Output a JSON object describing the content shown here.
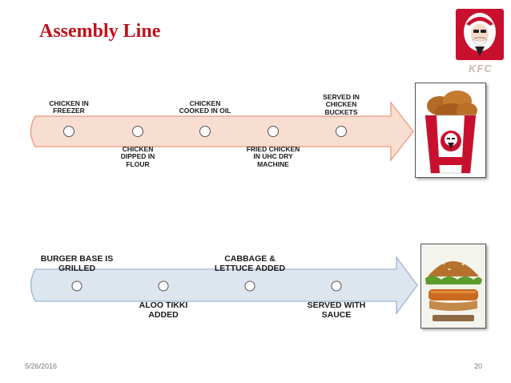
{
  "title": "Assembly Line",
  "logo": {
    "name": "kfc-colonel-logo",
    "text": "KFC"
  },
  "flow_chicken": {
    "steps": [
      {
        "label": "CHICKEN IN\nFREEZER"
      },
      {
        "label": "CHICKEN\nDIPPED IN\nFLOUR"
      },
      {
        "label": "CHICKEN\nCOOKED IN OIL"
      },
      {
        "label": "FRIED CHICKEN\nIN UHC DRY\nMACHINE"
      },
      {
        "label": "SERVED IN\nCHICKEN\nBUCKETS"
      }
    ],
    "image": "chicken-bucket-photo",
    "colors": {
      "fill": "#f8ddd1",
      "stroke": "#ea9a7c"
    }
  },
  "flow_burger": {
    "steps": [
      {
        "label": "BURGER BASE IS\nGRILLED"
      },
      {
        "label": "ALOO TIKKI\nADDED"
      },
      {
        "label": "CABBAGE &\nLETTUCE ADDED"
      },
      {
        "label": "SERVED WITH\nSAUCE"
      }
    ],
    "image": "burger-photo",
    "colors": {
      "fill": "#dde5ef",
      "stroke": "#9db6d4"
    }
  },
  "footer": {
    "date": "5/26/2016",
    "page": "20"
  }
}
